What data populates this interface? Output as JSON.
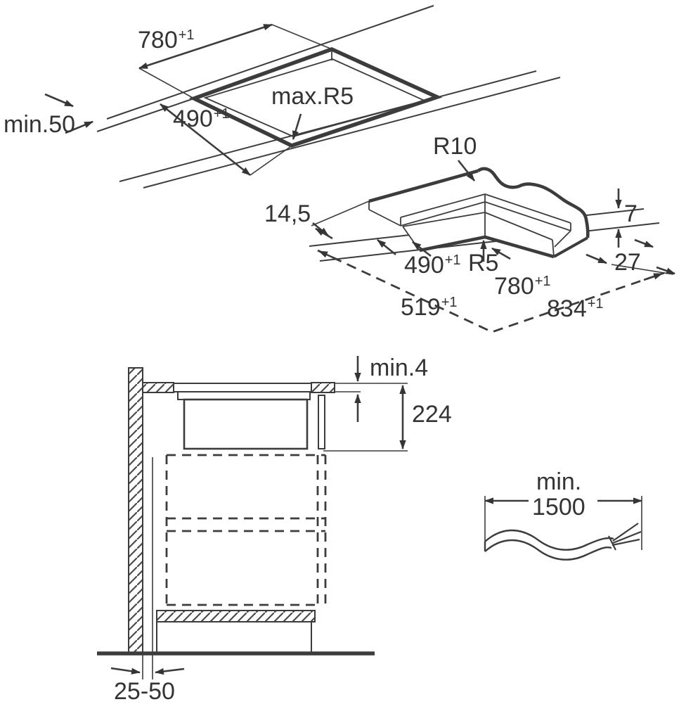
{
  "colors": {
    "background": "#ffffff",
    "line": "#3a3a3a",
    "text": "#343434"
  },
  "views": {
    "countertop_cutout_top_view": {
      "cutout_width": {
        "value": "780",
        "tolerance": "+1"
      },
      "cutout_depth": {
        "value": "490",
        "tolerance": "+1"
      },
      "cutout_corner_radius": "max.R5",
      "min_edge_distance": "min.50"
    },
    "hob_isometric_view": {
      "top_corner_radius": "R10",
      "glass_overhang": "14,5",
      "glass_thickness": "7",
      "cutout_depth": {
        "value": "490",
        "tolerance": "+1"
      },
      "body_corner_radius": "R5",
      "cutout_width": {
        "value": "780",
        "tolerance": "+1"
      },
      "rear_clearance": "27",
      "overall_depth": {
        "value": "519",
        "tolerance": "+1"
      },
      "overall_width": {
        "value": "834",
        "tolerance": "+1"
      }
    },
    "installation_side_view": {
      "min_top_clearance": "min.4",
      "built_in_depth": "224",
      "wall_distance": "25-50"
    },
    "power_cable": {
      "prefix": "min.",
      "length": "1500"
    }
  }
}
